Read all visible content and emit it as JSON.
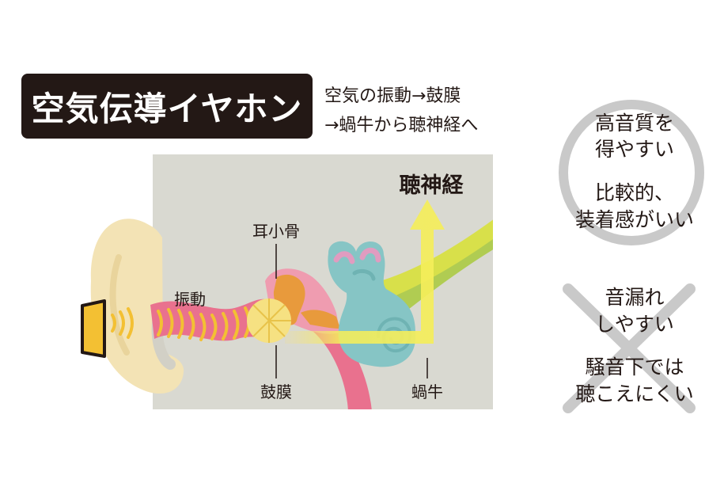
{
  "title": "空気伝導イヤホン",
  "description": [
    "空気の振動→鼓膜",
    "→蝸牛から聴神経へ"
  ],
  "labels": {
    "vibration": "振動",
    "ossicles": "耳小骨",
    "eardrum": "鼓膜",
    "cochlea": "蝸牛",
    "auditory_nerve": "聴神経"
  },
  "pros": {
    "mark": "circle",
    "lines": [
      "高音質を",
      "得やすい",
      "比較的、",
      "装着感がいい"
    ]
  },
  "cons": {
    "mark": "cross",
    "lines": [
      "音漏れ",
      "しやすい",
      "騒音下では",
      "聴こえにくい"
    ]
  },
  "colors": {
    "background_panel": "#d9d9d1",
    "ear_skin": "#f3e3b5",
    "earphone": "#f3c033",
    "canal": "#e9718e",
    "eardrum": "#f6e182",
    "ossicles": "#e89a3c",
    "cochlea": "#86c5c5",
    "nerve": "#d8e04a",
    "arrow": "#f5ee5a",
    "mark": "#c9c9c9",
    "text": "#231815"
  }
}
